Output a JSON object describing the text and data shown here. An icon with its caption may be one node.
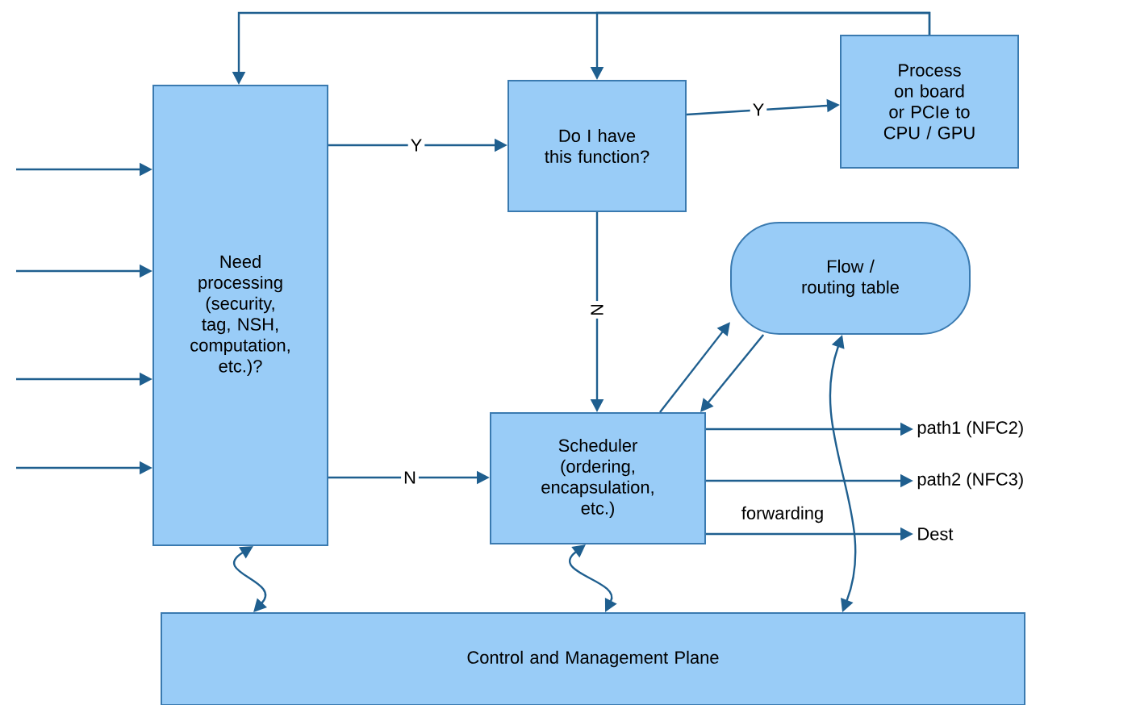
{
  "diagram": {
    "nodes": [
      {
        "text": [
          "Need processing (security, tag, NSH, computation, etc.)?"
        ]
      },
      {
        "text": [
          "Do I have this function?"
        ]
      },
      {
        "text": [
          "Process on board or PCIe to CPU / GPU"
        ]
      },
      {
        "text": [
          "Flow / routing table"
        ]
      },
      {
        "text": [
          "Scheduler (ordering, encapsulation, etc.)"
        ]
      },
      {
        "text": [
          "path1 (NFC2)"
        ]
      },
      {
        "text": [
          "path2 (NFC3)"
        ]
      },
      {
        "text": [
          "Dest"
        ]
      },
      {
        "text": [
          "Control and Management Plane"
        ]
      }
    ],
    "edges": [
      {
        "from": null,
        "to": 0,
        "arrow": "to"
      },
      {
        "from": null,
        "to": 0,
        "arrow": "to"
      },
      {
        "from": null,
        "to": 0,
        "arrow": "to"
      },
      {
        "from": null,
        "to": 0,
        "arrow": "to"
      },
      {
        "from": 0,
        "to": 1,
        "arrow": "to",
        "label": "Y"
      },
      {
        "from": 1,
        "to": 2,
        "arrow": "to",
        "label": "Y"
      },
      {
        "from": 2,
        "to": 0,
        "arrow": "to"
      },
      {
        "from": 2,
        "to": 1,
        "arrow": "to"
      },
      {
        "from": 1,
        "to": 4,
        "arrow": "to",
        "label": "N"
      },
      {
        "from": 0,
        "to": 4,
        "arrow": "to",
        "label": "N"
      },
      {
        "from": 4,
        "to": 3,
        "arrow": "to"
      },
      {
        "from": 3,
        "to": 4,
        "arrow": "to"
      },
      {
        "from": 4,
        "to": 5,
        "arrow": "to"
      },
      {
        "from": 4,
        "to": 6,
        "arrow": "to"
      },
      {
        "from": 4,
        "to": 7,
        "arrow": "to",
        "label": "forwarding"
      },
      {
        "from": 0,
        "to": 8,
        "arrow": "both"
      },
      {
        "from": 4,
        "to": 8,
        "arrow": "both"
      },
      {
        "from": 3,
        "to": 8,
        "arrow": "both"
      }
    ]
  }
}
